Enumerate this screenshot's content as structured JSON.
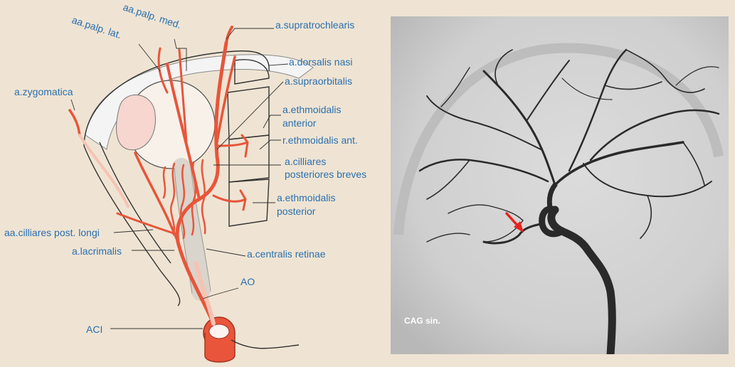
{
  "diagram": {
    "labels": {
      "palp_lat": "aa.palp. lat.",
      "palp_med": "aa.palp. med.",
      "supratrochlearis": "a.supratrochlearis",
      "dorsalis_nasi": "a.dorsalis nasi",
      "supraorbitalis": "a.supraorbitalis",
      "zygomatica": "a.zygomatica",
      "ethmoidalis_anterior_1": "a.ethmoidalis",
      "ethmoidalis_anterior_2": "anterior",
      "r_ethmoidalis_ant": "r.ethmoidalis ant.",
      "cilliares_breves_1": "a.cilliares",
      "cilliares_breves_2": "posteriores breves",
      "ethmoidalis_posterior_1": "a.ethmoidalis",
      "ethmoidalis_posterior_2": "posterior",
      "cilliares_longi": "aa.cilliares post. longi",
      "lacrimalis": "a.lacrimalis",
      "centralis_retinae": "a.centralis retinae",
      "ao": "AO",
      "aci": "ACI"
    },
    "colors": {
      "artery": "#e8553a",
      "label": "#2a6fb0",
      "background": "#efe4d3"
    }
  },
  "angiogram": {
    "caption": "CAG sin.",
    "arrow_color": "#e8231c"
  }
}
